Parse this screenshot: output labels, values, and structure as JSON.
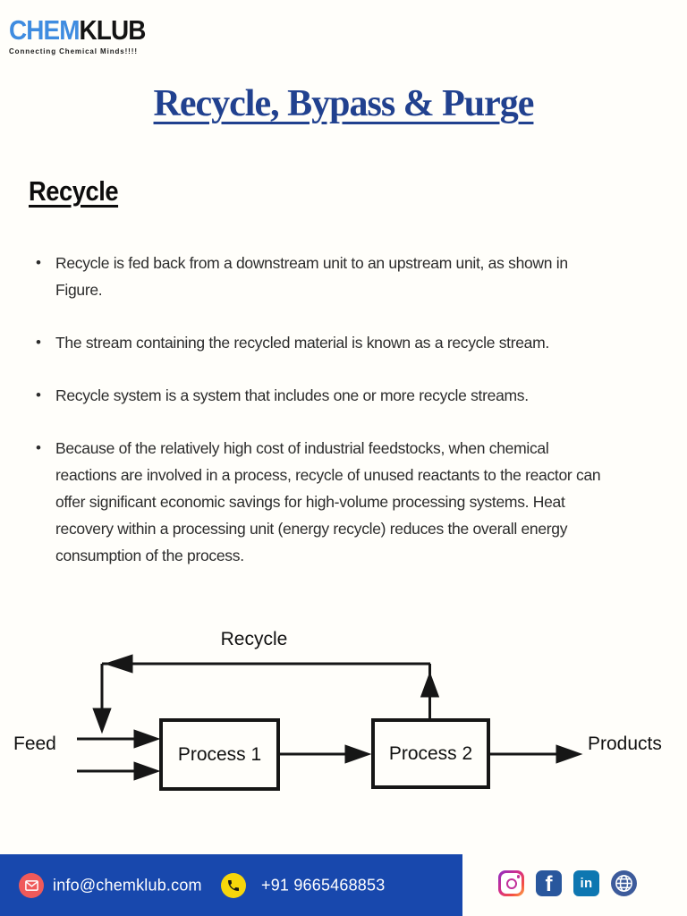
{
  "brand": {
    "name_part1": "CHEM",
    "name_part2": "KLUB",
    "tagline": "Connecting Chemical Minds!!!!"
  },
  "page": {
    "title": "Recycle, Bypass & Purge"
  },
  "section": {
    "heading": "Recycle",
    "bullets": [
      "Recycle is fed back from a downstream unit to an upstream unit, as shown in\nFigure.",
      "The stream containing the recycled material is known as a recycle stream.",
      "Recycle system is a system that includes one or more recycle streams.",
      "Because of the relatively high cost of industrial feedstocks, when chemical\nreactions are involved in a process, recycle of unused reactants to the reactor can\noffer significant economic savings for high-volume processing systems. Heat\nrecovery within a processing unit (energy recycle) reduces the overall energy\nconsumption of the process."
    ]
  },
  "diagram": {
    "recycle_label": "Recycle",
    "feed_label": "Feed",
    "process1_label": "Process 1",
    "process2_label": "Process 2",
    "products_label": "Products"
  },
  "footer": {
    "email": "info@chemklub.com",
    "phone": "+91 9665468853",
    "social_icons": [
      {
        "name": "instagram"
      },
      {
        "name": "facebook",
        "glyph": "f"
      },
      {
        "name": "linkedin",
        "glyph": "in"
      },
      {
        "name": "website"
      }
    ]
  },
  "colors": {
    "title_blue": "#21418f",
    "logo_blue": "#3f8ce0",
    "footer_bar": "#1848ad",
    "mail_badge": "#ef5a5a",
    "phone_badge": "#f6d60a",
    "facebook": "#29579d",
    "linkedin": "#0e77b1",
    "website_globe": "#3d5b9b",
    "diagram_ink": "#161616"
  }
}
